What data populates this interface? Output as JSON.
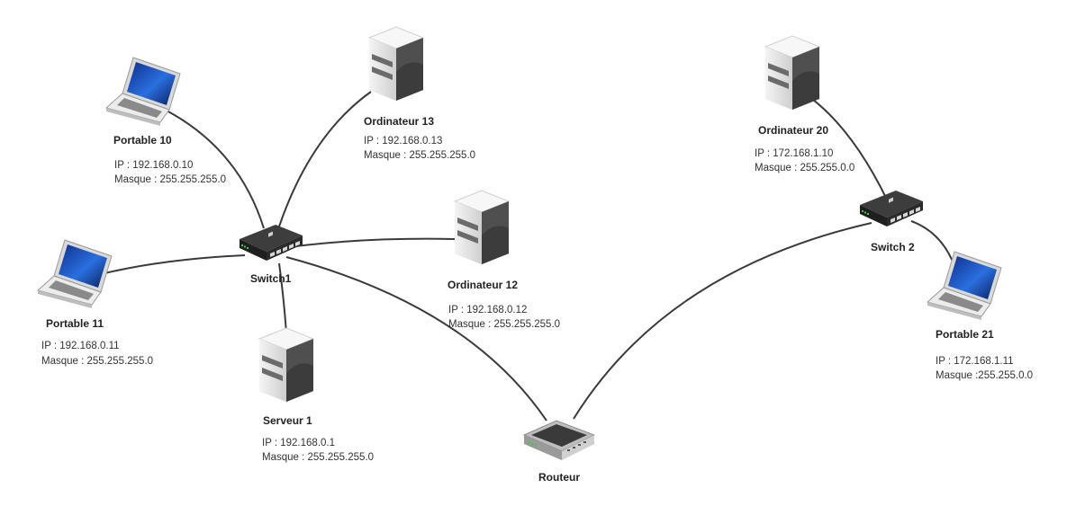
{
  "colors": {
    "link": "#3a3a3a",
    "device_dark": "#2b2b2b",
    "server_light": "#e8e8e8",
    "server_dark": "#5a5a5a",
    "screen_blue": "#1f56c7",
    "port_green": "#4ec24e"
  },
  "nodes": {
    "portable10": {
      "icon": "laptop-icon",
      "name": "Portable 10",
      "ip": "IP : 192.168.0.10",
      "mask": "Masque : 255.255.255.0"
    },
    "portable11": {
      "icon": "laptop-icon",
      "name": "Portable 11",
      "ip": "IP : 192.168.0.11",
      "mask": "Masque : 255.255.255.0"
    },
    "ordinateur13": {
      "icon": "computer-tower-icon",
      "name": "Ordinateur 13",
      "ip": "IP : 192.168.0.13",
      "mask": "Masque : 255.255.255.0"
    },
    "ordinateur12": {
      "icon": "computer-tower-icon",
      "name": "Ordinateur 12",
      "ip": "IP : 192.168.0.12",
      "mask": "Masque : 255.255.255.0"
    },
    "serveur1": {
      "icon": "server-icon",
      "name": "Serveur 1",
      "ip": "IP : 192.168.0.1",
      "mask": "Masque : 255.255.255.0"
    },
    "switch1": {
      "icon": "network-switch-icon",
      "name": "Switch1"
    },
    "routeur": {
      "icon": "router-icon",
      "name": "Routeur"
    },
    "switch2": {
      "icon": "network-switch-icon",
      "name": "Switch 2"
    },
    "ordinateur20": {
      "icon": "computer-tower-icon",
      "name": "Ordinateur 20",
      "ip": "IP : 172.168.1.10",
      "mask": "Masque : 255.255.0.0"
    },
    "portable21": {
      "icon": "laptop-icon",
      "name": "Portable 21",
      "ip": "IP : 172.168.1.11",
      "mask": "Masque :255.255.0.0"
    }
  },
  "links": [
    {
      "from": "switch1",
      "to": "portable10"
    },
    {
      "from": "switch1",
      "to": "portable11"
    },
    {
      "from": "switch1",
      "to": "ordinateur13"
    },
    {
      "from": "switch1",
      "to": "ordinateur12"
    },
    {
      "from": "switch1",
      "to": "serveur1"
    },
    {
      "from": "switch1",
      "to": "routeur"
    },
    {
      "from": "routeur",
      "to": "switch2"
    },
    {
      "from": "switch2",
      "to": "ordinateur20"
    },
    {
      "from": "switch2",
      "to": "portable21"
    }
  ]
}
